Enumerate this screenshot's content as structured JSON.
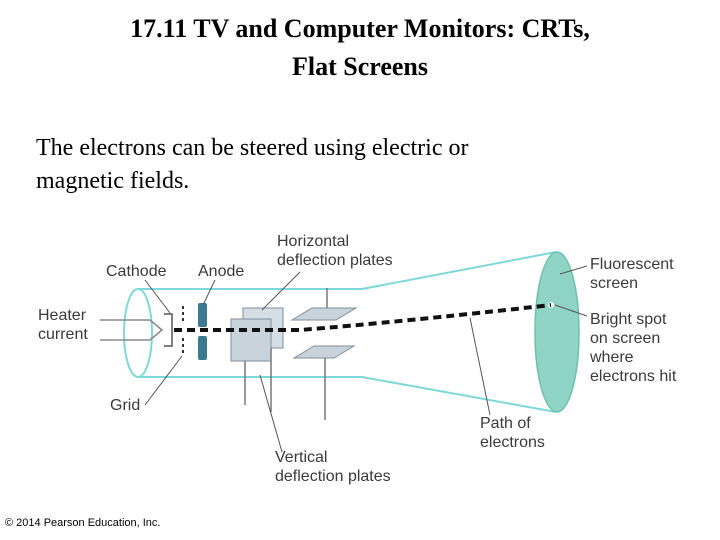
{
  "title": {
    "line1": "17.11 TV and Computer Monitors: CRTs,",
    "line2": "Flat Screens"
  },
  "body": {
    "line1": "The electrons can be steered using electric or",
    "line2": "magnetic fields."
  },
  "diagram": {
    "labels": {
      "cathode": "Cathode",
      "anode": "Anode",
      "horizontal_plates_1": "Horizontal",
      "horizontal_plates_2": "deflection plates",
      "fluorescent_1": "Fluorescent",
      "fluorescent_2": "screen",
      "heater_1": "Heater",
      "heater_2": "current",
      "bright_spot_1": "Bright spot",
      "bright_spot_2": "on screen",
      "bright_spot_3": "where",
      "bright_spot_4": "electrons hit",
      "grid": "Grid",
      "path_1": "Path of",
      "path_2": "electrons",
      "vertical_plates_1": "Vertical",
      "vertical_plates_2": "deflection plates"
    },
    "colors": {
      "tube_outline": "#7fd8d8",
      "screen_fill": "#8fd4c4",
      "anode": "#3b7a91",
      "plate": "#c9d3dc",
      "plate_edge": "#7f8f9c",
      "beam": "#111111",
      "leader": "#555555"
    }
  },
  "footer": {
    "copyright": "© 2014 Pearson Education, Inc."
  }
}
